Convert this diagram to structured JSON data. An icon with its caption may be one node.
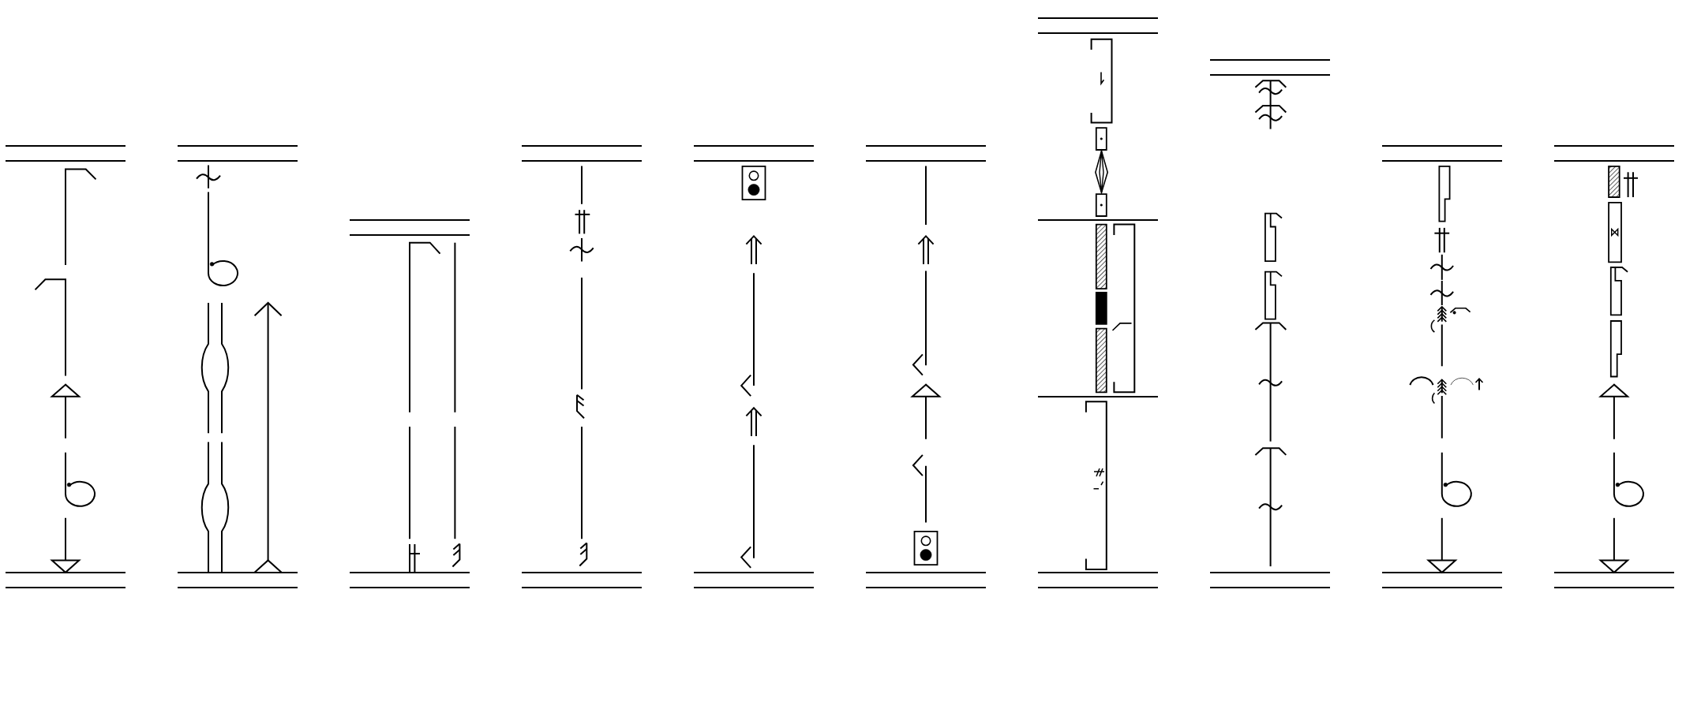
{
  "diagram": {
    "nodes": [
      {
        "text": [],
        "shape": "picture"
      },
      {
        "text": [],
        "shape": "picture"
      },
      {
        "text": [],
        "shape": "picture"
      },
      {
        "text": [],
        "shape": "picture"
      },
      {
        "text": [],
        "shape": "picture"
      },
      {
        "text": [],
        "shape": "picture"
      },
      {
        "text": [],
        "shape": "picture"
      },
      {
        "text": [],
        "shape": "picture"
      },
      {
        "text": [],
        "shape": "picture"
      },
      {
        "text": [],
        "shape": "picture"
      }
    ]
  }
}
